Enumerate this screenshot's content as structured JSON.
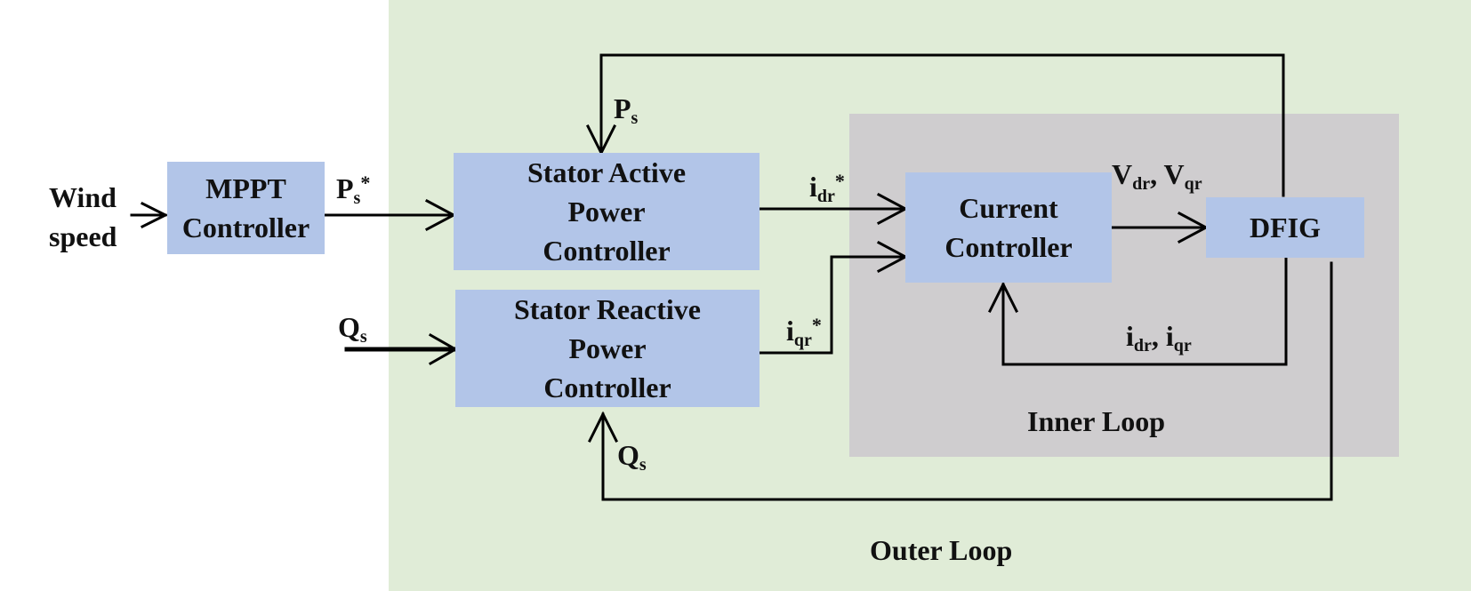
{
  "regions": {
    "outer_loop": "Outer Loop",
    "inner_loop": "Inner Loop"
  },
  "blocks": {
    "mppt": [
      "MPPT",
      "Controller"
    ],
    "stator_active": [
      "Stator Active",
      "Power",
      "Controller"
    ],
    "stator_reactive": [
      "Stator Reactive",
      "Power",
      "Controller"
    ],
    "current": [
      "Current",
      "Controller"
    ],
    "dfig": [
      "DFIG"
    ]
  },
  "signals": {
    "wind_speed": [
      "Wind",
      "speed"
    ],
    "ps_ref": {
      "base": "P",
      "sub": "s",
      "sup": "*"
    },
    "ps": {
      "base": "P",
      "sub": "s"
    },
    "qs_ref": {
      "base": "Q",
      "sub": "s"
    },
    "qs_fb": {
      "base": "Q",
      "sub": "s"
    },
    "idr_ref": {
      "base": "i",
      "sub": "dr",
      "sup": "*"
    },
    "iqr_ref": {
      "base": "i",
      "sub": "qr",
      "sup": "*"
    },
    "vdr_vqr": {
      "base1": "V",
      "sub1": "dr",
      "sep": ", ",
      "base2": "V",
      "sub2": "qr"
    },
    "idr_iqr": {
      "base1": "i",
      "sub1": "dr",
      "sep": ", ",
      "base2": "i",
      "sub2": "qr"
    }
  }
}
